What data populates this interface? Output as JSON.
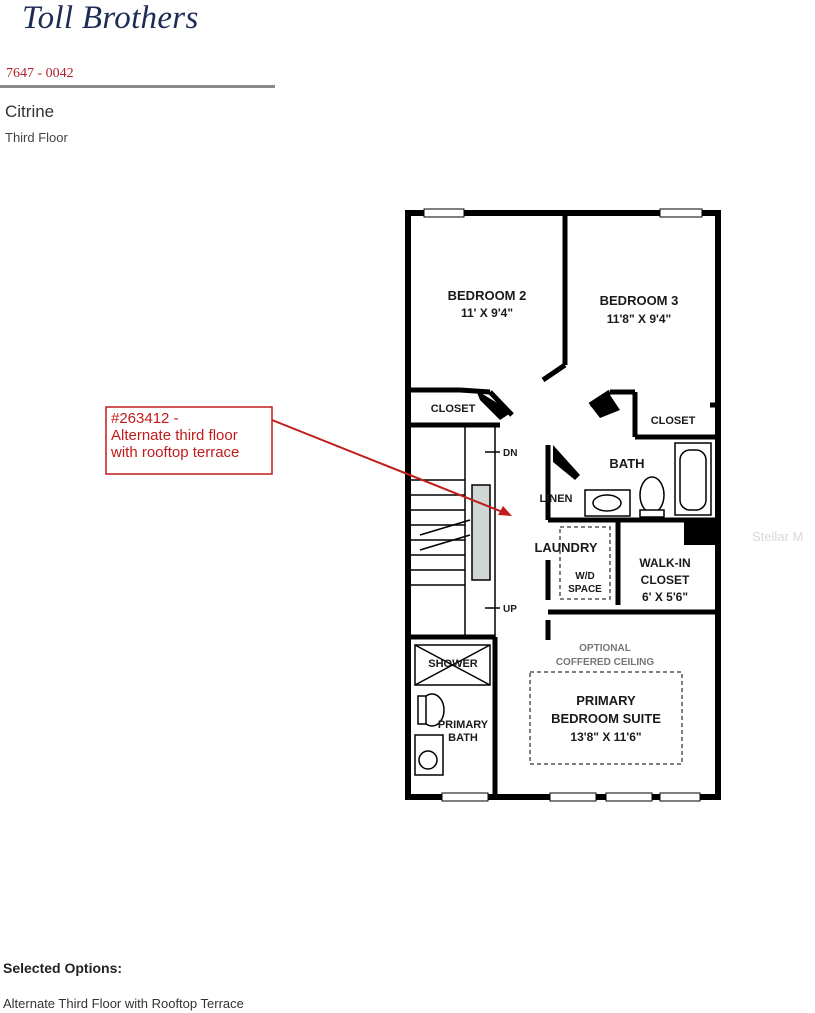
{
  "header": {
    "brand": "Toll Brothers",
    "plan_number": "7647 - 0042",
    "model_name": "Citrine",
    "floor_name": "Third Floor"
  },
  "callout": {
    "line1": "#263412 -",
    "line2": "Alternate third floor",
    "line3": "with rooftop terrace"
  },
  "rooms": {
    "bedroom2": {
      "name": "BEDROOM 2",
      "size": "11' X 9'4\""
    },
    "bedroom3": {
      "name": "BEDROOM 3",
      "size": "11'8\" X 9'4\""
    },
    "closet_left": "CLOSET",
    "closet_right": "CLOSET",
    "bath": "BATH",
    "linen": "LINEN",
    "laundry": "LAUNDRY",
    "wd_space_line1": "W/D",
    "wd_space_line2": "SPACE",
    "walkin": {
      "line1": "WALK-IN",
      "line2": "CLOSET",
      "size": "6' X 5'6\""
    },
    "optional_line1": "OPTIONAL",
    "optional_line2": "COFFERED CEILING",
    "primary": {
      "line1": "PRIMARY",
      "line2": "BEDROOM SUITE",
      "size": "13'8\" X 11'6\""
    },
    "shower": "SHOWER",
    "primary_bath_line1": "PRIMARY",
    "primary_bath_line2": "BATH",
    "stair_dn": "DN",
    "stair_up": "UP"
  },
  "watermark": "Stellar M",
  "selected_options": {
    "title": "Selected Options:",
    "items": [
      "Alternate Third Floor with Rooftop Terrace"
    ]
  },
  "colors": {
    "brand": "#1d2b55",
    "plan_number": "#b3202a",
    "callout": "#c11b1b"
  }
}
